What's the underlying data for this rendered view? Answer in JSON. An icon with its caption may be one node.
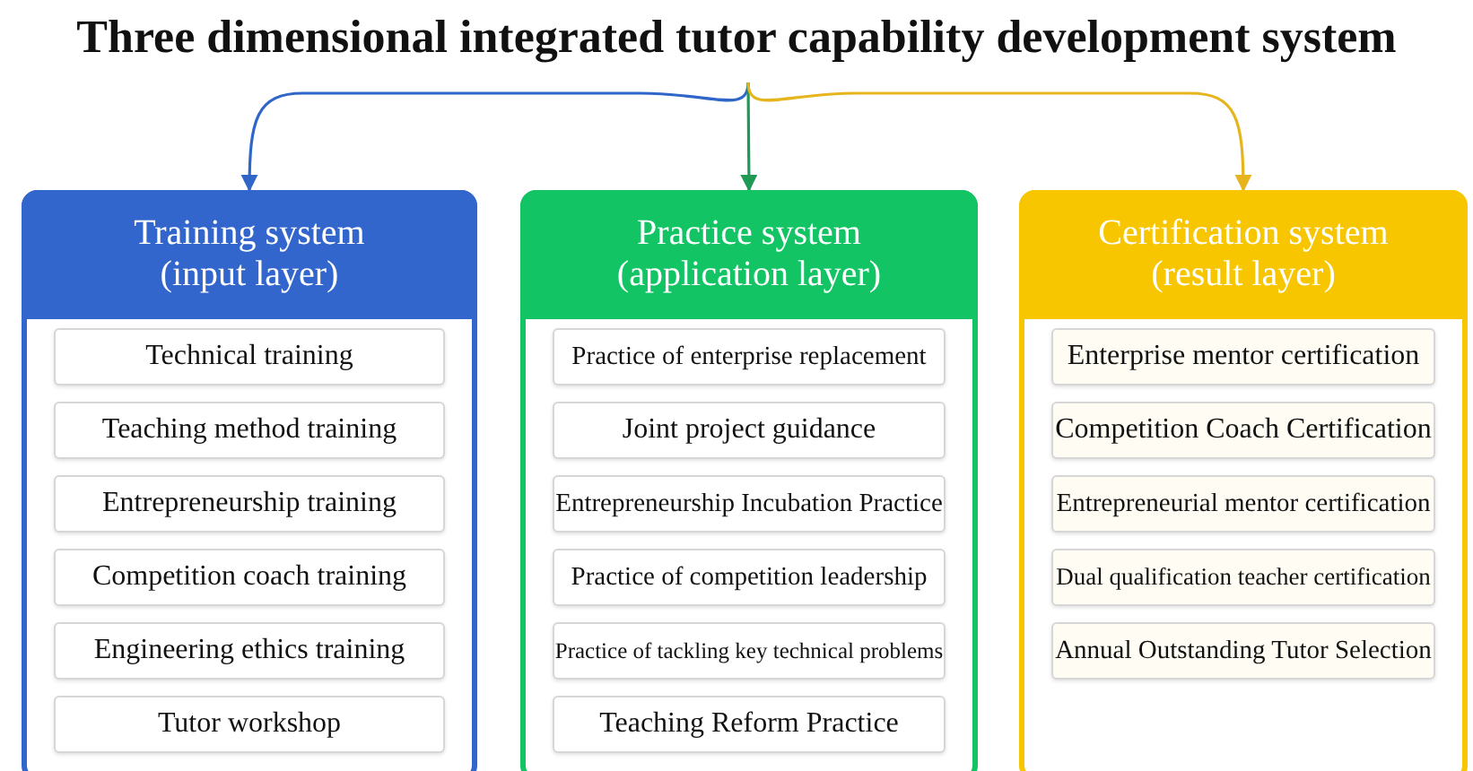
{
  "diagram": {
    "nodes": [
      {
        "text": [
          "Three dimensional integrated tutor capability development system"
        ]
      },
      {
        "text": [
          "Training system (input layer)"
        ]
      },
      {
        "text": [
          "Technical training"
        ],
        "in": 1
      },
      {
        "text": [
          "Teaching method training"
        ],
        "in": 1
      },
      {
        "text": [
          "Entrepreneurship training"
        ],
        "in": 1
      },
      {
        "text": [
          "Competition coach training"
        ],
        "in": 1
      },
      {
        "text": [
          "Engineering ethics training"
        ],
        "in": 1
      },
      {
        "text": [
          "Tutor workshop"
        ],
        "in": 1
      },
      {
        "text": [
          "Practice system (application layer)"
        ]
      },
      {
        "text": [
          "Practice of enterprise replacement"
        ],
        "in": 8
      },
      {
        "text": [
          "Joint project guidance"
        ],
        "in": 8
      },
      {
        "text": [
          "Entrepreneurship Incubation Practice"
        ],
        "in": 8
      },
      {
        "text": [
          "Practice of competition leadership"
        ],
        "in": 8
      },
      {
        "text": [
          "Practice of tackling key technical problems"
        ],
        "in": 8
      },
      {
        "text": [
          "Teaching Reform Practice"
        ],
        "in": 8
      },
      {
        "text": [
          "Certification system (result layer)"
        ]
      },
      {
        "text": [
          "Enterprise mentor certification"
        ],
        "in": 15
      },
      {
        "text": [
          "Competition Coach Certification"
        ],
        "in": 15
      },
      {
        "text": [
          "Entrepreneurial mentor certification"
        ],
        "in": 15
      },
      {
        "text": [
          "Dual qualification teacher certification"
        ],
        "in": 15
      },
      {
        "text": [
          "Annual Outstanding Tutor Selection"
        ],
        "in": 15
      }
    ],
    "edges": [
      {
        "from": 0,
        "to": 1,
        "arrow": "to",
        "color": "#2f66c8"
      },
      {
        "from": 0,
        "to": 8,
        "arrow": "to",
        "color": "#1f9a55"
      },
      {
        "from": 0,
        "to": 15,
        "arrow": "to",
        "color": "#e6b41c"
      }
    ]
  }
}
